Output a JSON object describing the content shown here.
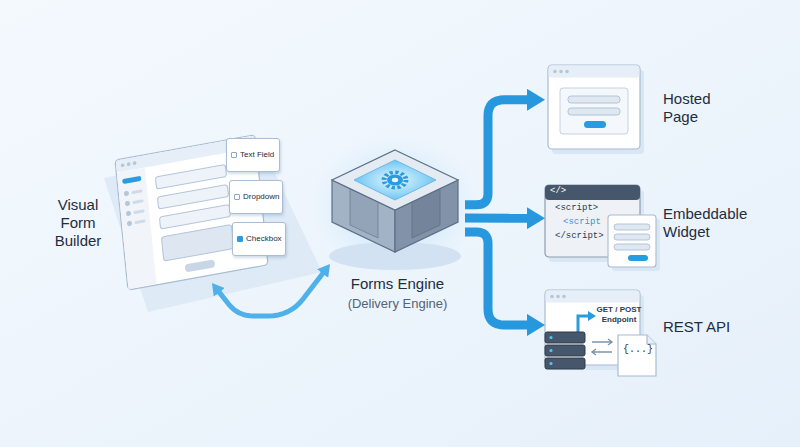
{
  "diagram": {
    "nodes": [
      {
        "text": [
          "Visual Form Builder"
        ]
      },
      {
        "text": [
          "Text Field"
        ],
        "in": 0
      },
      {
        "text": [
          "Dropdown"
        ],
        "in": 0
      },
      {
        "text": [
          "Checkbox"
        ],
        "in": 0
      },
      {
        "text": [
          "Forms Engine",
          "(Delivery Engine)"
        ]
      },
      {
        "text": [
          "Hosted Page"
        ]
      },
      {
        "text": [
          "Embeddable Widget",
          "</>",
          "<script>",
          "<script",
          "</script>"
        ]
      },
      {
        "text": [
          "REST API",
          "GET / POST Endpoint",
          "{...}"
        ]
      }
    ],
    "edges": [
      {
        "from": 0,
        "to": 4,
        "arrow": "both"
      },
      {
        "from": 4,
        "to": 5,
        "arrow": "to"
      },
      {
        "from": 4,
        "to": 6,
        "arrow": "to"
      },
      {
        "from": 4,
        "to": 7,
        "arrow": "to"
      }
    ]
  }
}
